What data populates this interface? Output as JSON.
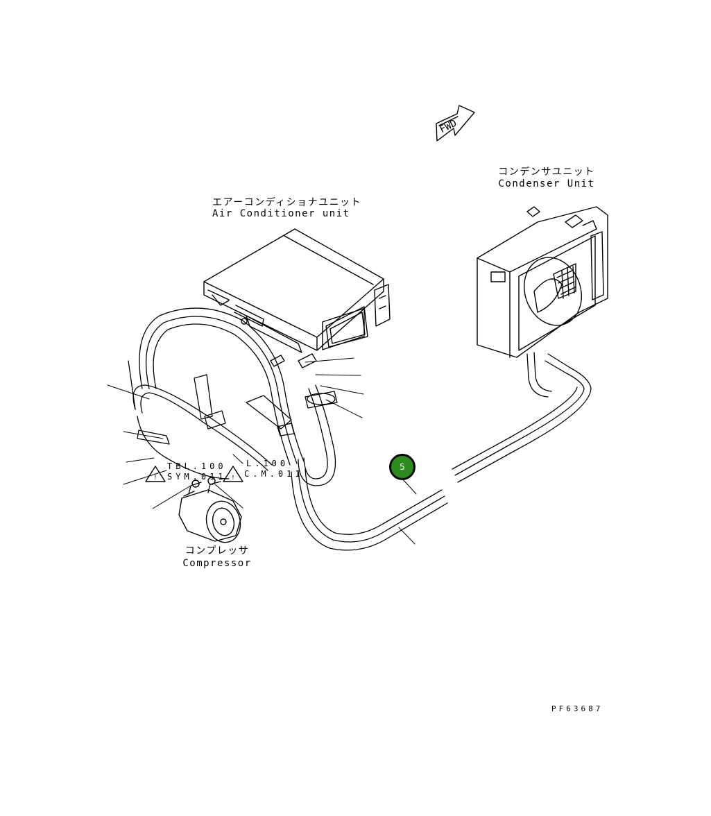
{
  "labels": {
    "air_conditioner_jp": "エアーコンディショナユニット",
    "air_conditioner_en": "Air Conditioner unit",
    "condenser_jp": "コンデンサユニット",
    "condenser_en": "Condenser Unit",
    "compressor_jp": "コンプレッサ",
    "compressor_en": "Compressor",
    "fwd": "FWD",
    "tbl_code": "TBL.100",
    "sym_code": "SYM.011",
    "l_code": "L.100",
    "cm_code": "C.M.011",
    "drawing_number": "PF63687"
  },
  "callouts": [
    {
      "number": "5",
      "color": "#2e8b1f"
    }
  ]
}
